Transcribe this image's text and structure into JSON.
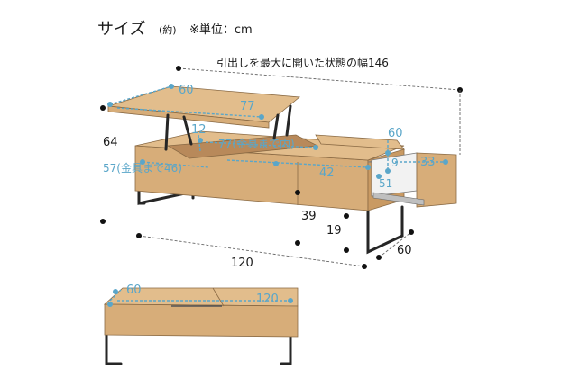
{
  "title": {
    "main": "サイズ",
    "approx": "(約)",
    "unit": "※単位：cm"
  },
  "drawer_open_width_label": "引出しを最大に開いた状態の幅146",
  "dimensions": {
    "top_depth": "60",
    "top_width": "77",
    "lift_offset": "12",
    "total_height": "64",
    "inner_width": "77(金具まで内)",
    "inner_depth": "57(金具まで46)",
    "compartment_width": "42",
    "drawer_depth": "60",
    "drawer_inner_width": "33",
    "drawer_height": "9",
    "drawer_inner_depth": "51",
    "height_closed": "39",
    "leg_clearance": "19",
    "width": "120",
    "depth": "60",
    "small_depth": "60",
    "small_width": "120"
  },
  "colors": {
    "wood": "#d7ad79",
    "metal": "#262626",
    "accent": "#5aa6c9",
    "text": "#1a1a1a"
  }
}
